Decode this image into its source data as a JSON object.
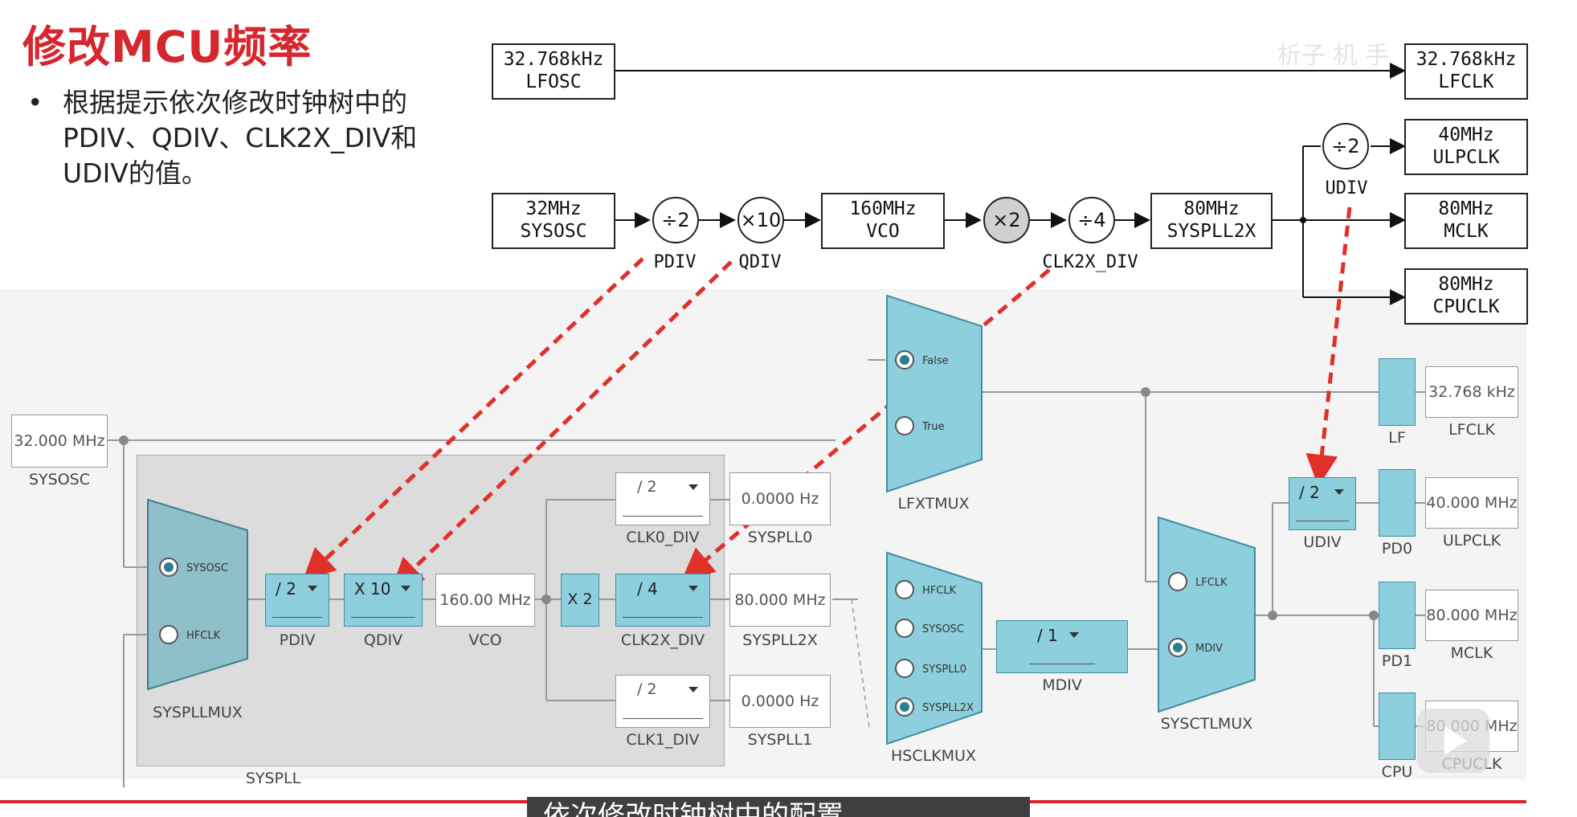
{
  "slide": {
    "title": "修改MCU频率",
    "bullet": "根据提示依次修改时钟树中的PDIV、QDIV、CLK2X_DIV和UDIV的值。",
    "bullet_marker": "•",
    "subtitle": "依次修改时钟树中的配置",
    "watermark": "析子  机  手"
  },
  "top_diagram": {
    "lfosc": {
      "freq": "32.768kHz",
      "name": "LFOSC"
    },
    "lfclk": {
      "freq": "32.768kHz",
      "name": "LFCLK"
    },
    "sysosc": {
      "freq": "32MHz",
      "name": "SYSOSC"
    },
    "pdiv": {
      "op": "÷2",
      "name": "PDIV"
    },
    "qdiv": {
      "op": "×10",
      "name": "QDIV"
    },
    "vco": {
      "freq": "160MHz",
      "name": "VCO"
    },
    "x2": {
      "op": "×2"
    },
    "clk2x_div": {
      "op": "÷4",
      "name": "CLK2X_DIV"
    },
    "syspll2x": {
      "freq": "80MHz",
      "name": "SYSPLL2X"
    },
    "udiv": {
      "op": "÷2",
      "name": "UDIV"
    },
    "ulpclk": {
      "freq": "40MHz",
      "name": "ULPCLK"
    },
    "mclk": {
      "freq": "80MHz",
      "name": "MCLK"
    },
    "cpuclk": {
      "freq": "80MHz",
      "name": "CPUCLK"
    }
  },
  "tool_diagram": {
    "sysosc": {
      "value": "32.000 MHz",
      "name": "SYSOSC"
    },
    "syspllmux": {
      "name": "SYSPLLMUX",
      "options": [
        "SYSOSC",
        "HFCLK"
      ],
      "selected": "SYSOSC"
    },
    "pdiv": {
      "value": "/ 2",
      "name": "PDIV"
    },
    "qdiv": {
      "value": "X 10",
      "name": "QDIV"
    },
    "vco": {
      "value": "160.00 MHz",
      "name": "VCO"
    },
    "x2": {
      "value": "X 2"
    },
    "clk0_div": {
      "value": "/ 2",
      "name": "CLK0_DIV"
    },
    "clk2x_div": {
      "value": "/ 4",
      "name": "CLK2X_DIV"
    },
    "clk1_div": {
      "value": "/ 2",
      "name": "CLK1_DIV"
    },
    "syspll0": {
      "value": "0.0000 Hz",
      "name": "SYSPLL0"
    },
    "syspll2x": {
      "value": "80.000 MHz",
      "name": "SYSPLL2X"
    },
    "syspll1": {
      "value": "0.0000 Hz",
      "name": "SYSPLL1"
    },
    "syspll_group": "SYSPLL",
    "lfxtmux": {
      "name": "LFXTMUX",
      "options": [
        "False",
        "True"
      ],
      "selected": "False"
    },
    "hsclkmux": {
      "name": "HSCLKMUX",
      "options": [
        "HFCLK",
        "SYSOSC",
        "SYSPLL0",
        "SYSPLL2X"
      ],
      "selected": "SYSPLL2X"
    },
    "mdiv": {
      "value": "/ 1",
      "name": "MDIV"
    },
    "sysctlmux": {
      "name": "SYSCTLMUX",
      "options": [
        "LFCLK",
        "MDIV"
      ],
      "selected": "MDIV"
    },
    "udiv": {
      "value": "/ 2",
      "name": "UDIV"
    },
    "lf": {
      "name": "LF",
      "value": "32.768 kHz",
      "out": "LFCLK"
    },
    "pd0": {
      "name": "PD0",
      "value": "40.000 MHz",
      "out": "ULPCLK"
    },
    "pd1": {
      "name": "PD1",
      "value": "80.000 MHz",
      "out": "MCLK"
    },
    "cpu": {
      "name": "CPU",
      "value": "80.000 MHz",
      "out": "CPUCLK"
    }
  },
  "colors": {
    "accent": "#d6262e",
    "block_blue": "#8ecfdd",
    "arrow_red": "#e0302a"
  }
}
